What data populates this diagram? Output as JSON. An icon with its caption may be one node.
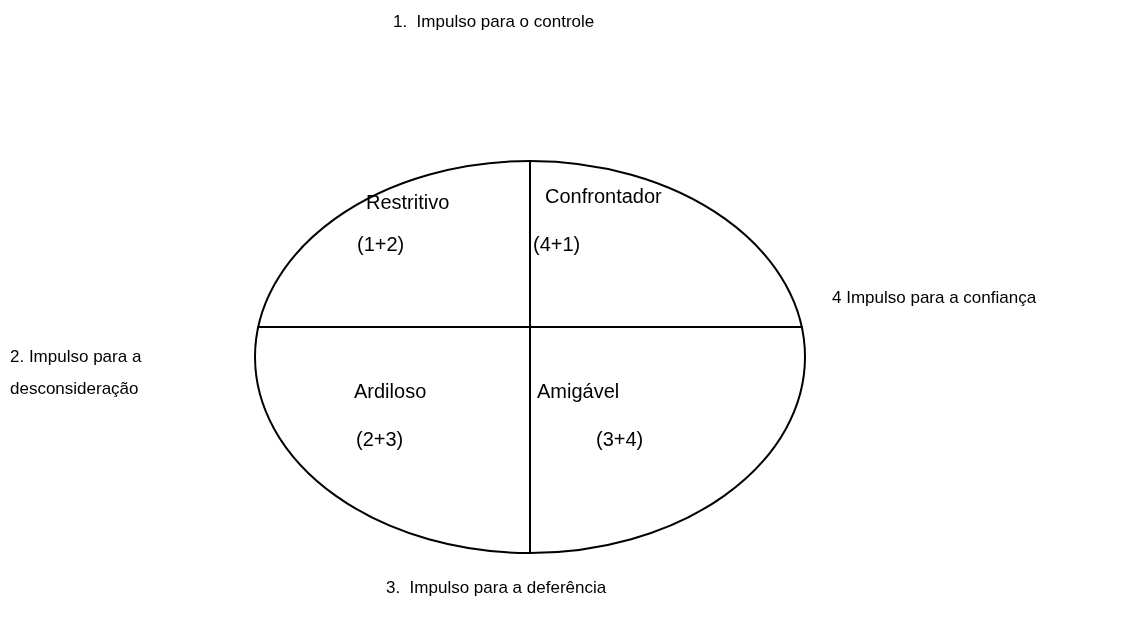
{
  "diagram": {
    "nodes": [
      {
        "text": [],
        "shape": "circle"
      },
      {
        "text": [
          "Restritivo",
          "(1+2)"
        ],
        "in": 0
      },
      {
        "text": [
          "Confrontador",
          "(4+1)"
        ],
        "in": 0
      },
      {
        "text": [
          "Ardiloso",
          "(2+3)"
        ],
        "in": 0
      },
      {
        "text": [
          "Amigável",
          "(3+4)"
        ],
        "in": 0
      }
    ],
    "edges": [],
    "labels": [
      "1.  Impulso para o controle",
      "4  Impulso para a confiança",
      "2. Impulso para a desconsideração",
      "3.  Impulso para a deferência"
    ]
  }
}
